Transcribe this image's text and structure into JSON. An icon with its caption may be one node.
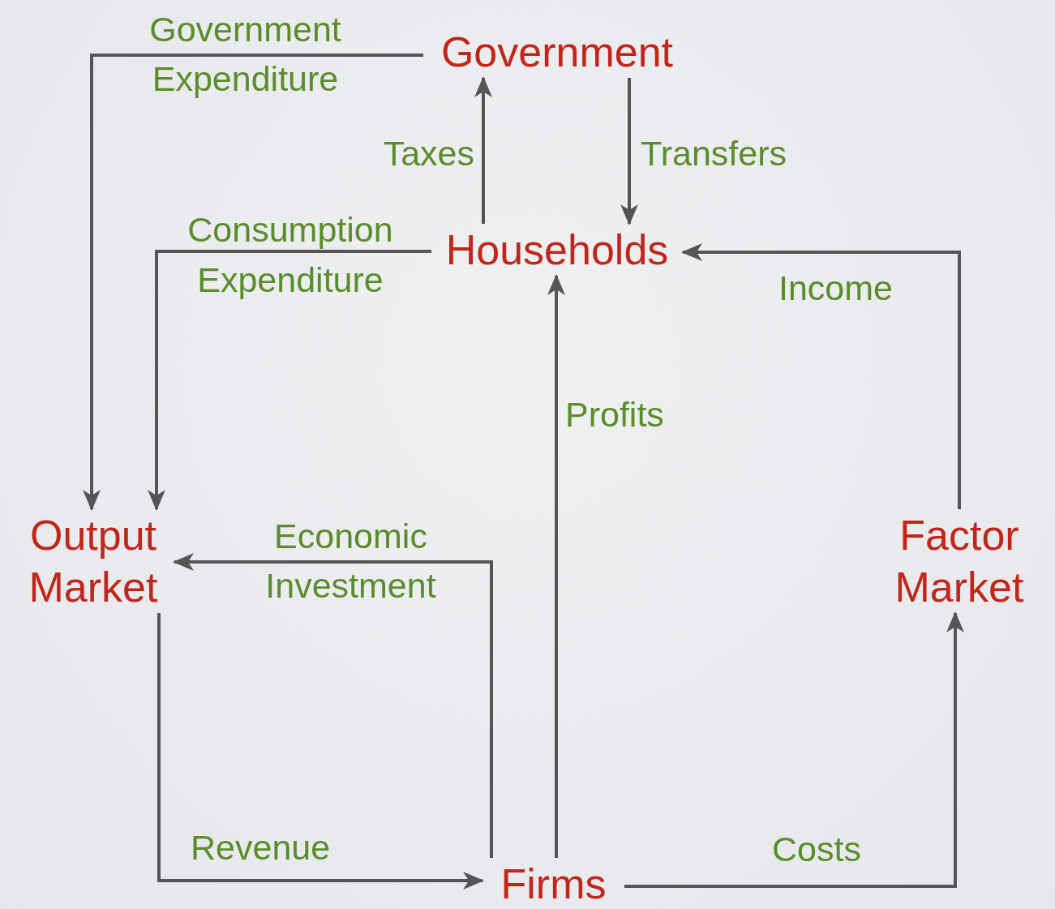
{
  "diagram": {
    "nodes": [
      {
        "text": [
          "Government"
        ]
      },
      {
        "text": [
          "Households"
        ]
      },
      {
        "text": [
          "Output Market"
        ]
      },
      {
        "text": [
          "Factor Market"
        ]
      },
      {
        "text": [
          "Firms"
        ]
      }
    ],
    "edges": [
      {
        "from": 0,
        "to": 2,
        "arrow": "to",
        "label": "Government Expenditure"
      },
      {
        "from": 1,
        "to": 0,
        "arrow": "to",
        "label": "Taxes"
      },
      {
        "from": 0,
        "to": 1,
        "arrow": "to",
        "label": "Transfers"
      },
      {
        "from": 1,
        "to": 2,
        "arrow": "to",
        "label": "Consumption Expenditure"
      },
      {
        "from": 3,
        "to": 1,
        "arrow": "to",
        "label": "Income"
      },
      {
        "from": 4,
        "to": 1,
        "arrow": "to",
        "label": "Profits"
      },
      {
        "from": 4,
        "to": 2,
        "arrow": "to",
        "label": "Economic Investment"
      },
      {
        "from": 2,
        "to": 4,
        "arrow": "to",
        "label": "Revenue"
      },
      {
        "from": 4,
        "to": 3,
        "arrow": "to",
        "label": "Costs"
      }
    ]
  }
}
